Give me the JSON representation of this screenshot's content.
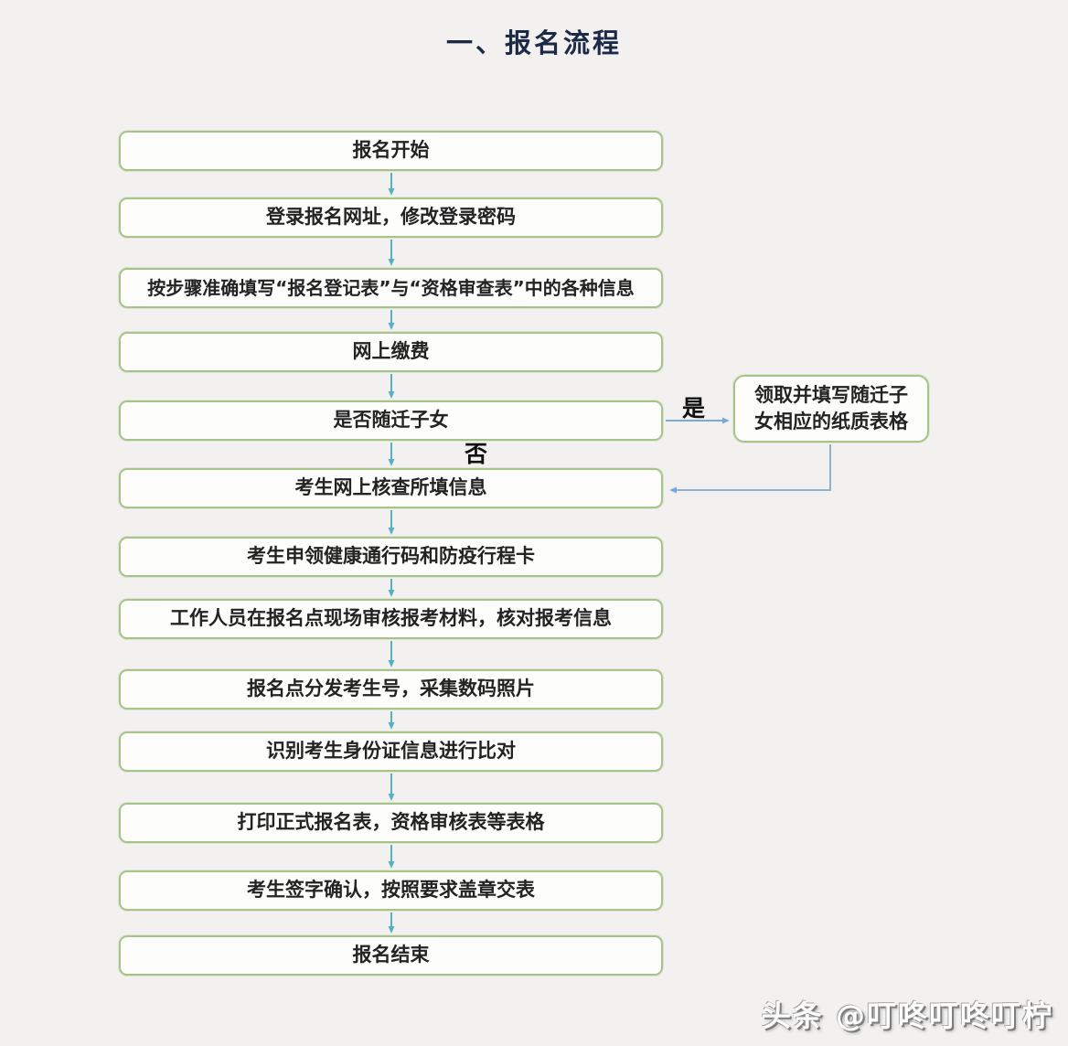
{
  "title": "一、报名流程",
  "flow": {
    "nodes": [
      {
        "label": "报名开始"
      },
      {
        "label": "登录报名网址，修改登录密码"
      },
      {
        "label": "按步骤准确填写“报名登记表”与“资格审查表”中的各种信息"
      },
      {
        "label": "网上缴费"
      },
      {
        "label": "是否随迁子女"
      },
      {
        "label": "考生网上核查所填信息"
      },
      {
        "label": "考生申领健康通行码和防疫行程卡"
      },
      {
        "label": "工作人员在报名点现场审核报考材料，核对报考信息"
      },
      {
        "label": "报名点分发考生号，采集数码照片"
      },
      {
        "label": "识别考生身份证信息进行比对"
      },
      {
        "label": "打印正式报名表，资格审核表等表格"
      },
      {
        "label": "考生签字确认，按照要求盖章交表"
      },
      {
        "label": "报名结束"
      }
    ],
    "branch": {
      "yes_label": "是",
      "no_label": "否",
      "side_node_label": "领取并填写随迁子女相应的纸质表格"
    }
  },
  "watermark": "头条 @叮咚叮咚叮柠",
  "colors": {
    "background": "#f2f1ef",
    "box_border": "#a6c487",
    "box_fill": "#fdfdfc",
    "arrow_teal": "#56b1c4",
    "arrow_blue": "#7aa9d8",
    "title_color": "#1c2a47"
  }
}
